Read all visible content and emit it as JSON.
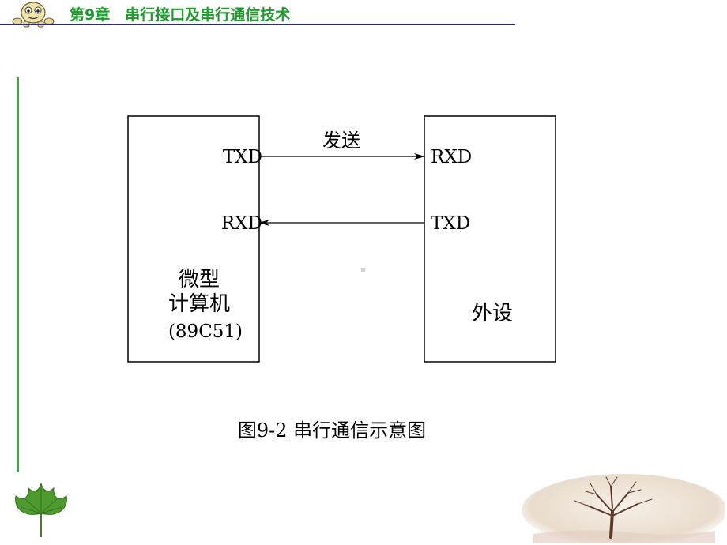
{
  "header": {
    "title": "第9章　串行接口及串行通信技术"
  },
  "diagram": {
    "left_box": {
      "txd": "TXD",
      "rxd": "RXD",
      "name_line1": "微型",
      "name_line2": "计算机",
      "model": "(89C51)"
    },
    "right_box": {
      "rxd": "RXD",
      "txd": "TXD",
      "name": "外设"
    },
    "send_label": "发送",
    "caption": "图9-2  串行通信示意图"
  },
  "colors": {
    "header_text": "#1f9a2e",
    "header_rule": "#2f2f5f",
    "side_rule": "#48a048",
    "leaf": "#3a8a2a"
  },
  "icons": [
    "cartoon-face-icon",
    "leaf-icon",
    "tree-picture"
  ]
}
